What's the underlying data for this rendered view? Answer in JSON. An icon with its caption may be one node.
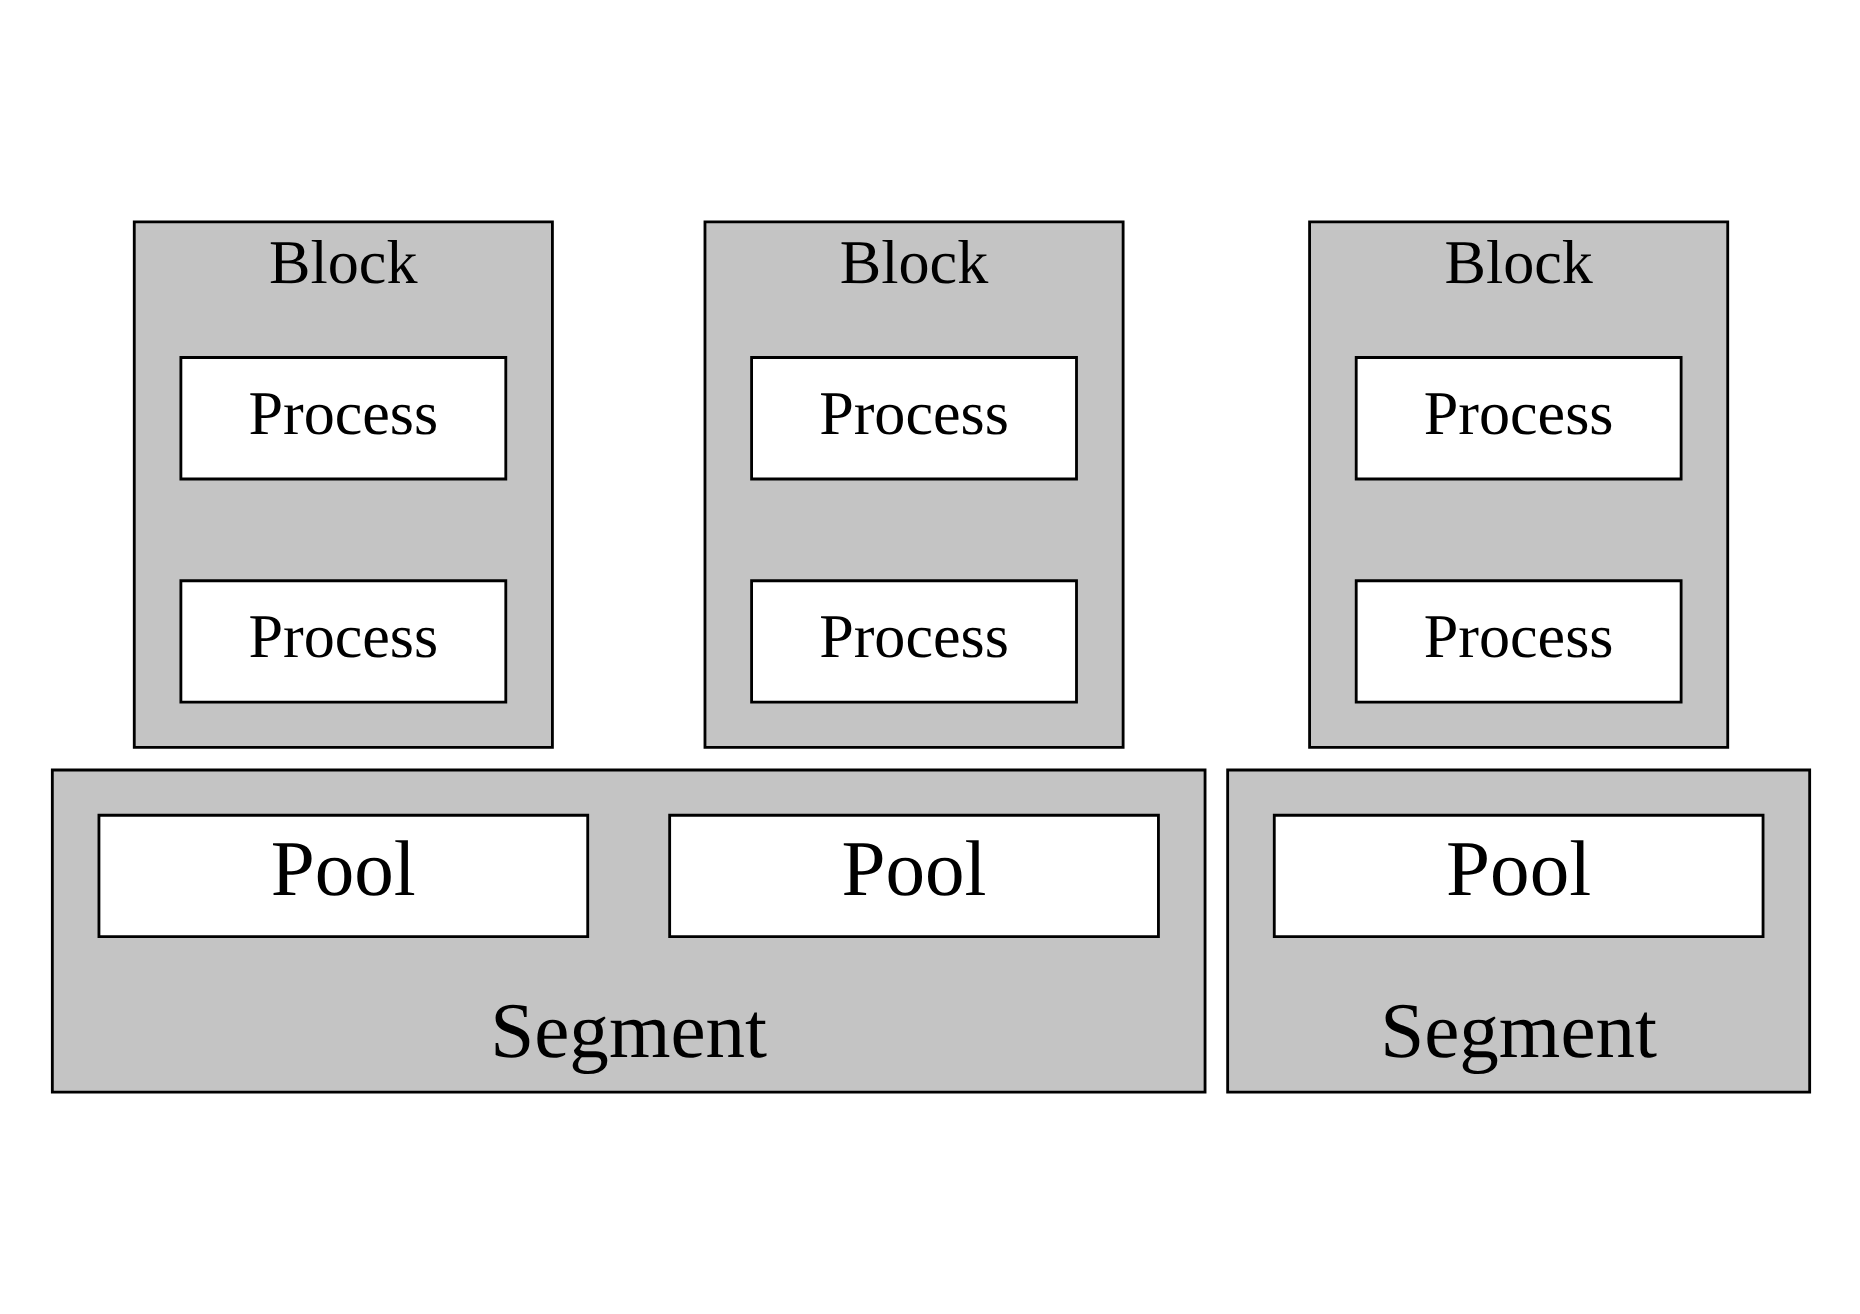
{
  "diagram": {
    "nodes": [
      {
        "text": [
          "Block"
        ]
      },
      {
        "text": [
          "Process"
        ],
        "in": 0
      },
      {
        "text": [
          "Process"
        ],
        "in": 0
      },
      {
        "text": [
          "Block"
        ]
      },
      {
        "text": [
          "Process"
        ],
        "in": 3
      },
      {
        "text": [
          "Process"
        ],
        "in": 3
      },
      {
        "text": [
          "Block"
        ]
      },
      {
        "text": [
          "Process"
        ],
        "in": 6
      },
      {
        "text": [
          "Process"
        ],
        "in": 6
      },
      {
        "text": [
          "Segment"
        ]
      },
      {
        "text": [
          "Pool"
        ],
        "in": 9
      },
      {
        "text": [
          "Pool"
        ],
        "in": 9
      },
      {
        "text": [
          "Segment"
        ]
      },
      {
        "text": [
          "Pool"
        ],
        "in": 12
      }
    ]
  }
}
